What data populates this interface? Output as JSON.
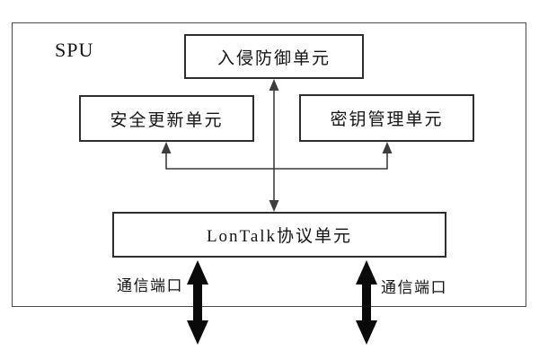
{
  "diagram": {
    "container_label": "SPU",
    "nodes": [
      {
        "id": "intrusion-prevention-unit",
        "label": "入侵防御单元"
      },
      {
        "id": "security-update-unit",
        "label": "安全更新单元"
      },
      {
        "id": "key-management-unit",
        "label": "密钥管理单元"
      },
      {
        "id": "lontalk-protocol-unit",
        "label": "LonTalk协议单元"
      }
    ],
    "connectors": [
      {
        "id": "lontalk-to-intrusion",
        "type": "double-arrow-vertical"
      },
      {
        "id": "branch-to-update-and-key",
        "type": "horizontal-branch-with-up-arrows"
      },
      {
        "id": "comm-port-left",
        "type": "thick-double-arrow"
      },
      {
        "id": "comm-port-right",
        "type": "thick-double-arrow"
      }
    ],
    "port_labels": {
      "left": "通信端口",
      "right": "通信端口"
    },
    "colors": {
      "ink": "#141414",
      "line": "#3d3d3d",
      "box_border": "#2e2e2e",
      "outer_border": "#4a4a4a",
      "thick_arrow": "#0a0a0a",
      "background": "#ffffff"
    }
  }
}
